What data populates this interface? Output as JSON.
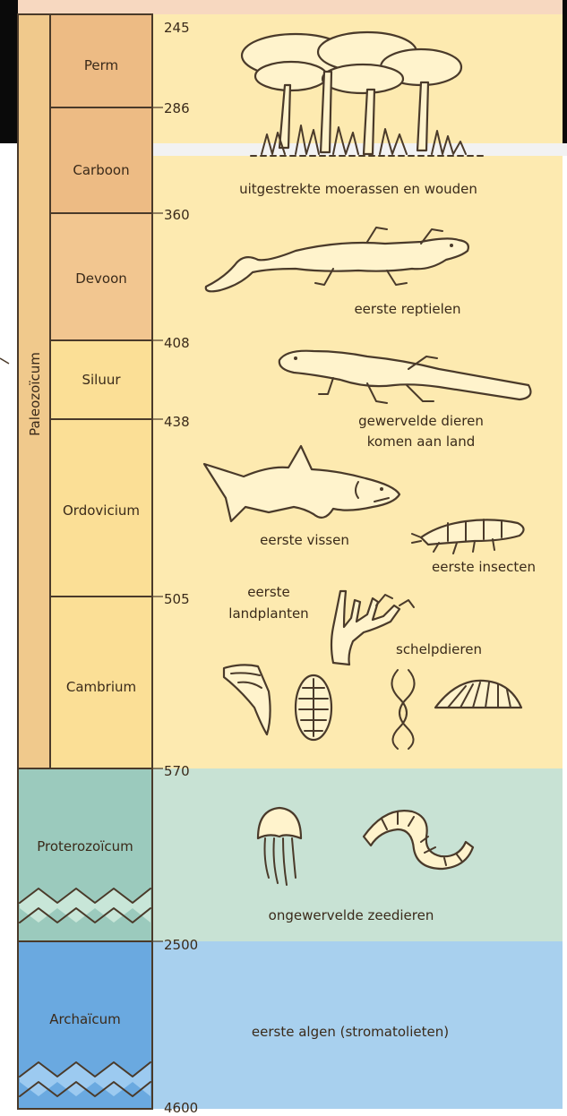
{
  "eras": {
    "paleozoic": "Paleozoïcum",
    "proterozoic": "Proterozoïcum",
    "archaic": "Archaïcum"
  },
  "periods": {
    "perm": "Perm",
    "carboon": "Carboon",
    "devoon": "Devoon",
    "siluur": "Siluur",
    "ordovicium": "Ordovicium",
    "cambrium": "Cambrium"
  },
  "ages": [
    "245",
    "286",
    "360",
    "408",
    "438",
    "505",
    "570",
    "2500",
    "4600"
  ],
  "captions": {
    "forests": "uitgestrekte moerassen en wouden",
    "reptiles": "eerste reptielen",
    "vertebrates_line1": "gewervelde dieren",
    "vertebrates_line2": "komen aan land",
    "fish": "eerste vissen",
    "insects": "eerste insecten",
    "landplants_line1": "eerste",
    "landplants_line2": "landplanten",
    "shellfish": "schelpdieren",
    "invertebrates": "ongewervelde zeedieren",
    "algae": "eerste algen (stromatolieten)"
  },
  "colors": {
    "paleozoic_bg": "#fdeab0",
    "proterozoic_bg": "#c8e2d4",
    "archaic_bg": "#a8d0ee",
    "paleozoic_bar": "#f0c98c",
    "period_dark": "#edbb84",
    "period_light": "#fbdf96",
    "proterozoic_bar": "#9bcabd",
    "archaic_bar": "#6aa9e0",
    "header_band": "#0a0a0a"
  }
}
